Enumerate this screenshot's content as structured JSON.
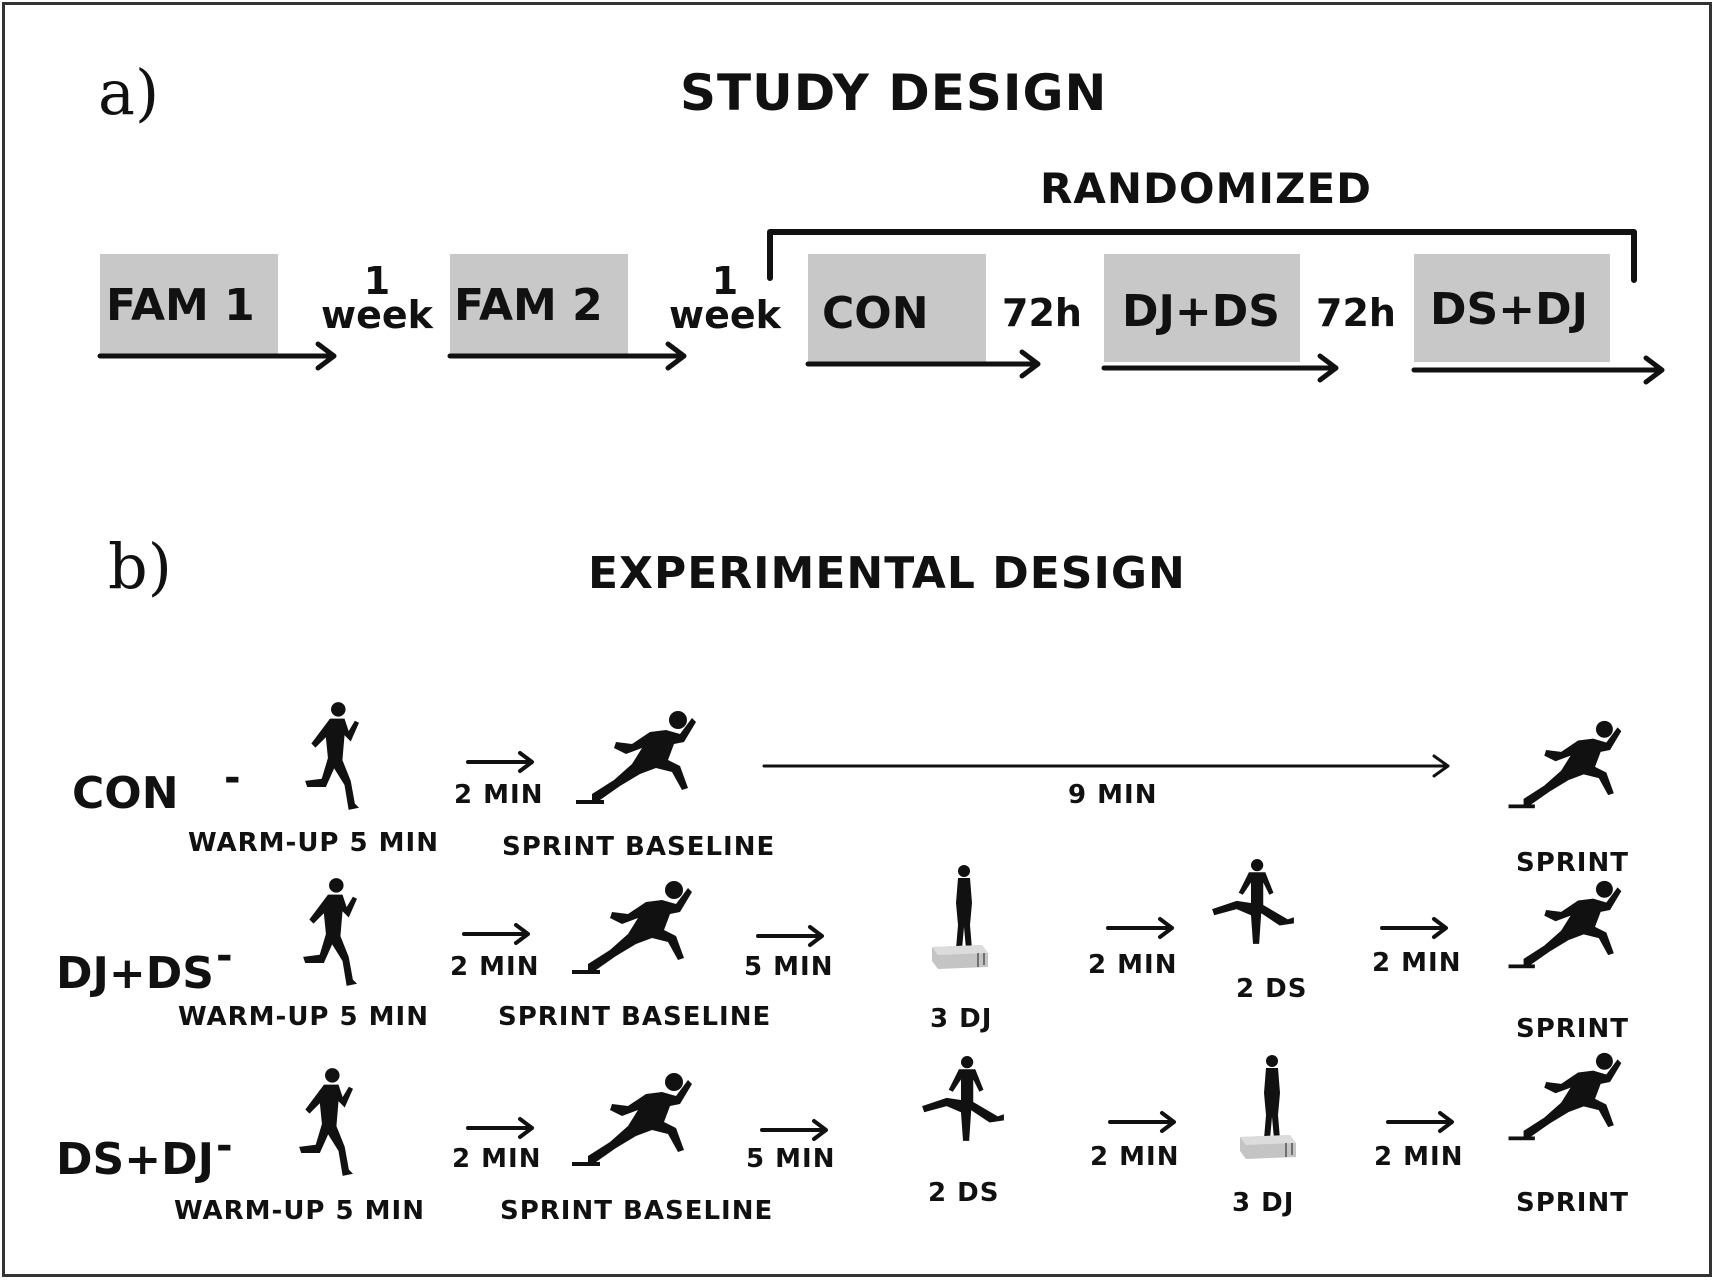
{
  "panel_a": {
    "letter": "a)",
    "title": "STUDY DESIGN",
    "randomized_label": "RANDOMIZED",
    "sessions": [
      "FAM 1",
      "FAM 2",
      "CON",
      "DJ+DS",
      "DS+DJ"
    ],
    "gaps": [
      {
        "top": "1",
        "bottom": "week"
      },
      {
        "top": "1",
        "bottom": "week"
      },
      {
        "top": "",
        "bottom": "72h"
      },
      {
        "top": "",
        "bottom": "72h"
      }
    ]
  },
  "panel_b": {
    "letter": "b)",
    "title": "EXPERIMENTAL DESIGN",
    "dash": "-",
    "rows": [
      {
        "name": "CON",
        "warmup": "WARM-UP 5 MIN",
        "rest1": "2 MIN",
        "baseline": "SPRINT BASELINE",
        "long_rest": "9 MIN",
        "final": "SPRINT"
      },
      {
        "name": "DJ+DS",
        "warmup": "WARM-UP 5  MIN",
        "rest1": "2 MIN",
        "baseline": "SPRINT BASELINE",
        "rest2": "5 MIN",
        "step1": "3 DJ",
        "rest3": "2 MIN",
        "step2": "2 DS",
        "rest4": "2 MIN",
        "final": "SPRINT"
      },
      {
        "name": "DS+DJ",
        "warmup": "WARM-UP 5 MIN",
        "rest1": "2 MIN",
        "baseline": "SPRINT BASELINE",
        "rest2": "5 MIN",
        "step1": "2 DS",
        "rest3": "2 MIN",
        "step2": "3 DJ",
        "rest4": "2 MIN",
        "final": "SPRINT"
      }
    ]
  },
  "icons": {
    "runner": "runner-silhouette-icon",
    "sprinter": "sprint-start-silhouette-icon",
    "drop_jump": "drop-jump-box-icon",
    "dynamic_stretch": "dynamic-stretch-icon"
  },
  "colors": {
    "box": "#c8c8c8",
    "ink": "#111111",
    "frame": "#333333"
  }
}
